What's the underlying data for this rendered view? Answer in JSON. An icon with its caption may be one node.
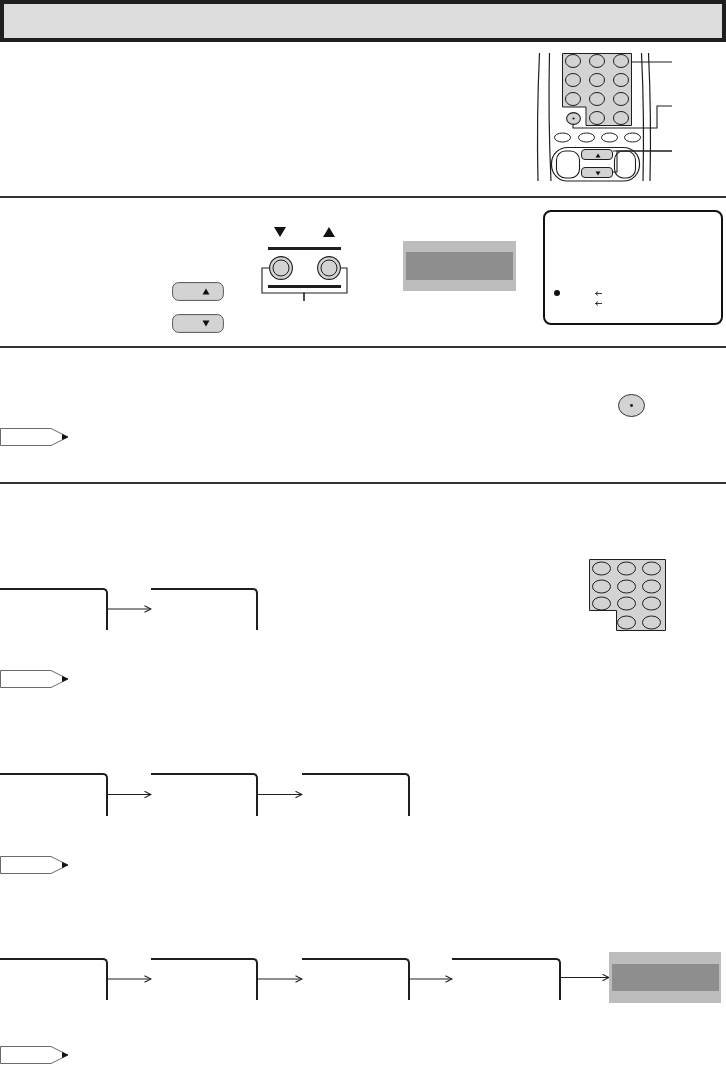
{
  "diagram": {
    "nodes": [
      {
        "text": [],
        "shape": "box"
      },
      {
        "text": [],
        "shape": "circle"
      },
      {
        "text": [],
        "shape": "box"
      },
      {
        "text": [],
        "shape": "box"
      },
      {
        "text": [],
        "shape": "circle"
      },
      {
        "text": [],
        "shape": "circle"
      },
      {
        "text": [],
        "shape": "box"
      },
      {
        "text": [],
        "shape": "box"
      },
      {
        "text": [],
        "shape": "box"
      },
      {
        "text": [],
        "shape": "box"
      },
      {
        "text": [],
        "shape": "box"
      },
      {
        "text": [],
        "shape": "box"
      },
      {
        "text": [],
        "shape": "box"
      },
      {
        "text": [],
        "shape": "box"
      },
      {
        "text": [],
        "shape": "box"
      },
      {
        "text": [],
        "shape": "box"
      }
    ],
    "edges": [
      {
        "from": null,
        "to": 0,
        "arrow": "none"
      },
      {
        "from": null,
        "to": 1,
        "arrow": "none"
      },
      {
        "from": null,
        "to": 2,
        "arrow": "none"
      },
      {
        "from": null,
        "to": 3,
        "arrow": "none"
      },
      {
        "from": null,
        "to": 4,
        "arrow": "none"
      },
      {
        "from": null,
        "to": 5,
        "arrow": "none"
      },
      {
        "from": 6,
        "to": 7,
        "arrow": "to"
      },
      {
        "from": 8,
        "to": 9,
        "arrow": "to"
      },
      {
        "from": 9,
        "to": 10,
        "arrow": "to"
      },
      {
        "from": 11,
        "to": 12,
        "arrow": "to"
      },
      {
        "from": 12,
        "to": 13,
        "arrow": "to"
      },
      {
        "from": 13,
        "to": 14,
        "arrow": "to"
      },
      {
        "from": 14,
        "to": 15,
        "arrow": "to"
      }
    ]
  }
}
